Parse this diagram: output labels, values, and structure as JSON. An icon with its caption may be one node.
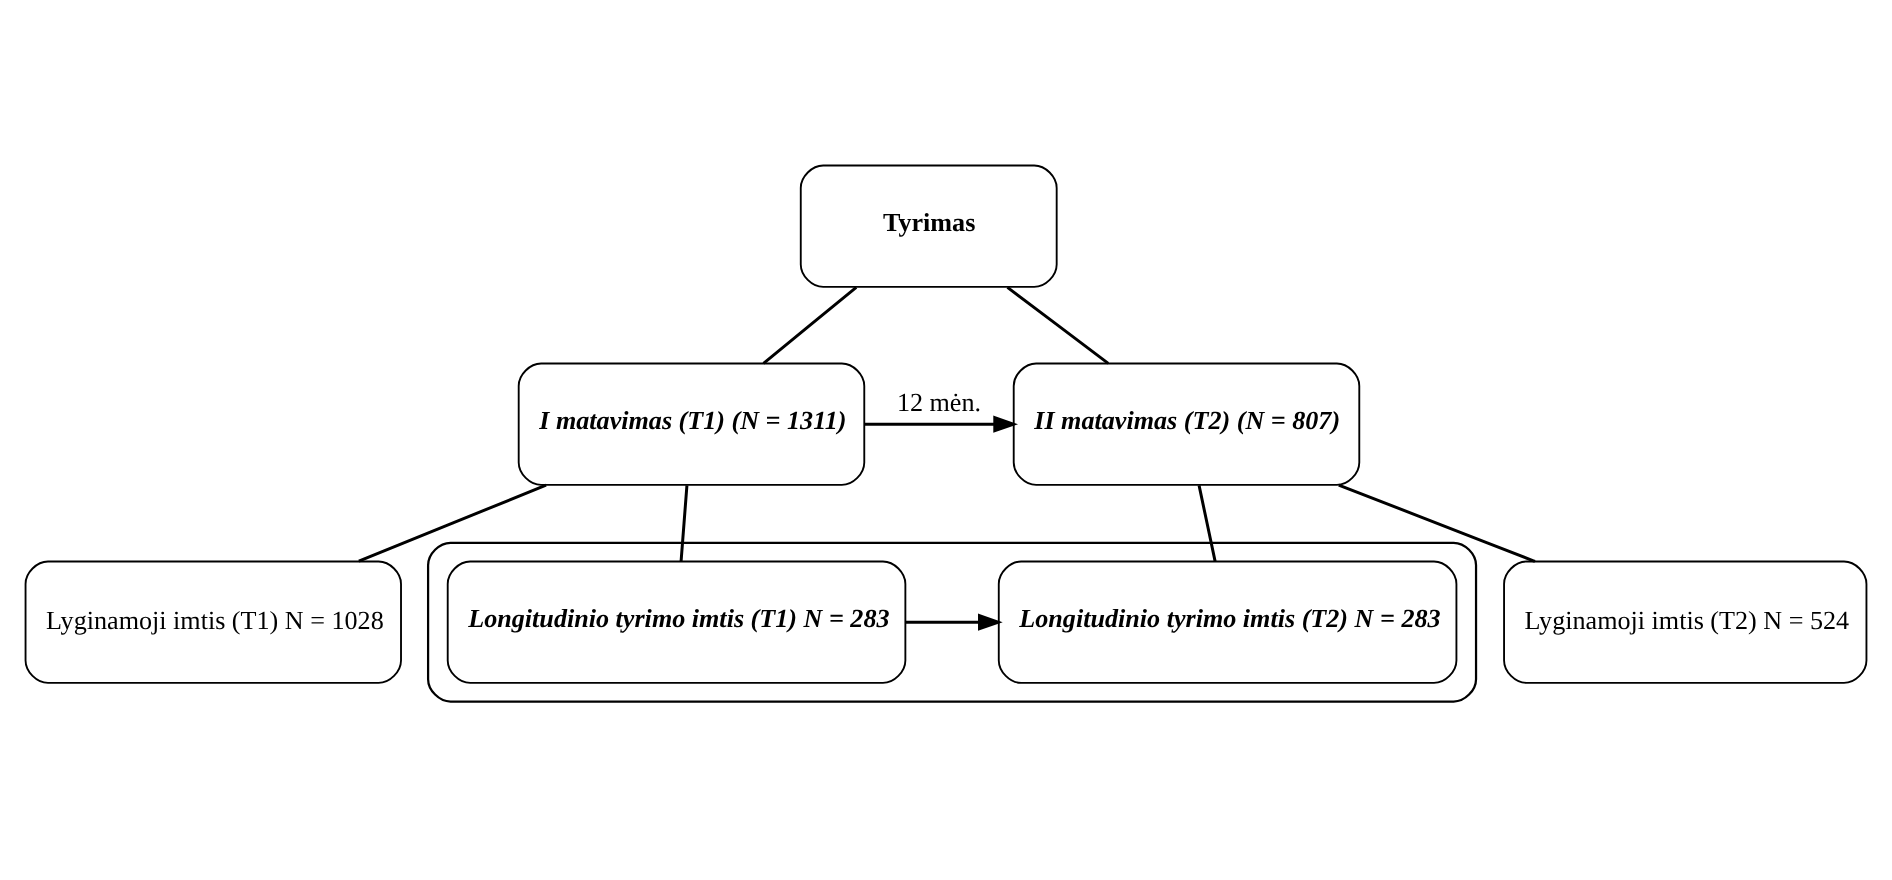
{
  "diagram": {
    "nodes": [
      {
        "text": [
          "Tyrimas"
        ]
      },
      {
        "text": [
          "I matavimas (T1) (N = 1311)"
        ]
      },
      {
        "text": [
          "II matavimas (T2) (N = 807)"
        ]
      },
      {
        "text": [
          "Lyginamoji imtis (T1) N = 1028"
        ]
      },
      {
        "text": [],
        "shape": "box"
      },
      {
        "text": [
          "Longitudinio tyrimo imtis (T1) N = 283"
        ],
        "in": 4
      },
      {
        "text": [
          "Longitudinio tyrimo imtis (T2) N = 283"
        ],
        "in": 4
      },
      {
        "text": [
          "Lyginamoji imtis (T2) N = 524"
        ]
      }
    ],
    "edges": [
      {
        "from": 0,
        "to": 1,
        "arrow": "none"
      },
      {
        "from": 0,
        "to": 2,
        "arrow": "none"
      },
      {
        "from": 1,
        "to": 2,
        "arrow": "to",
        "label": "12 mėn."
      },
      {
        "from": 1,
        "to": 3,
        "arrow": "none"
      },
      {
        "from": 1,
        "to": 5,
        "arrow": "none"
      },
      {
        "from": 2,
        "to": 6,
        "arrow": "none"
      },
      {
        "from": 2,
        "to": 7,
        "arrow": "none"
      },
      {
        "from": 5,
        "to": 6,
        "arrow": "to"
      }
    ]
  }
}
